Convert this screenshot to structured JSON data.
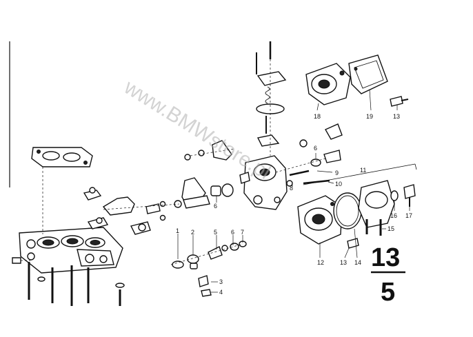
{
  "diagram": {
    "group_number": "13",
    "sub_number": "5",
    "watermark": "www.BMWstore.pl",
    "callouts": {
      "c1": "1",
      "c2": "2",
      "c3": "3",
      "c4": "4",
      "c5": "5",
      "c6a": "6",
      "c6b": "6",
      "c6c": "6",
      "c7": "7",
      "c8": "8",
      "c9": "9",
      "c10": "10",
      "c11": "11",
      "c12": "12",
      "c13a": "13",
      "c13b": "13",
      "c14": "14",
      "c15": "15",
      "c16": "16",
      "c17": "17",
      "c18": "18",
      "c19": "19"
    }
  }
}
